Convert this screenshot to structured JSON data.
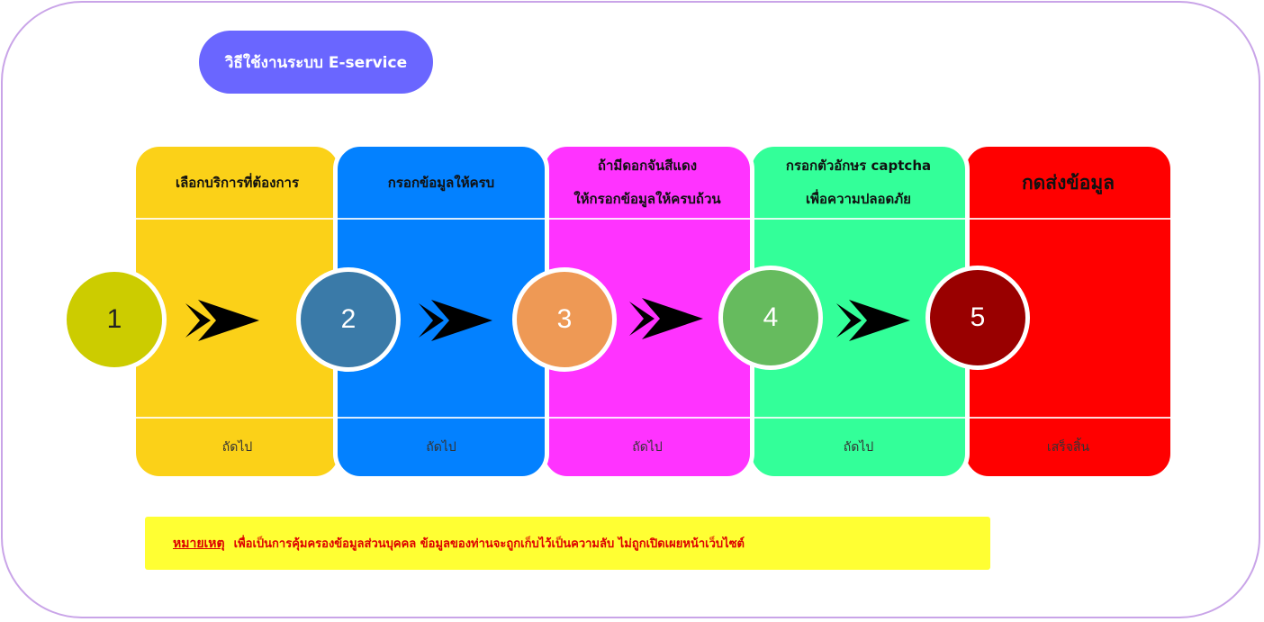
{
  "title": "วิธีใช้งานระบบ E-service",
  "steps": [
    {
      "number": "1",
      "heading": [
        "เลือกบริการที่ต้องการ"
      ],
      "footer": "ถัดไป",
      "color": "#fbd118",
      "circle_color": "#cccc00",
      "number_color": "#222222"
    },
    {
      "number": "2",
      "heading": [
        "กรอกข้อมูลให้ครบ"
      ],
      "footer": "ถัดไป",
      "color": "#0381ff",
      "circle_color": "#3a7aa8",
      "number_color": "#ffffff"
    },
    {
      "number": "3",
      "heading": [
        "ถ้ามีดอกจันสีแดง",
        "ให้กรอกข้อมูลให้ครบถ้วน"
      ],
      "footer": "ถัดไป",
      "color": "#ff33ff",
      "circle_color": "#ee9955",
      "number_color": "#ffffff"
    },
    {
      "number": "4",
      "heading": [
        "กรอกตัวอักษร captcha",
        "เพื่อความปลอดภัย"
      ],
      "footer": "ถัดไป",
      "color": "#33ff99",
      "circle_color": "#66bb5e",
      "number_color": "#ffffff"
    },
    {
      "number": "5",
      "heading": [
        "กดส่งข้อมูล"
      ],
      "footer": "เสร็จสิ้น",
      "color": "#ff0000",
      "circle_color": "#990000",
      "number_color": "#ffffff"
    }
  ],
  "note": {
    "label": "หมายเหตุ",
    "text": "เพื่อเป็นการคุ้มครองข้อมูลส่วนบุคคล ข้อมูลของท่านจะถูกเก็บไว้เป็นความลับ ไม่ถูกเปิดเผยหน้าเว็บไซต์"
  },
  "colors": {
    "title_pill": "#6a66ff",
    "frame_border": "#c9a4e8",
    "note_background": "#ffff33",
    "note_text": "#dd0000"
  }
}
